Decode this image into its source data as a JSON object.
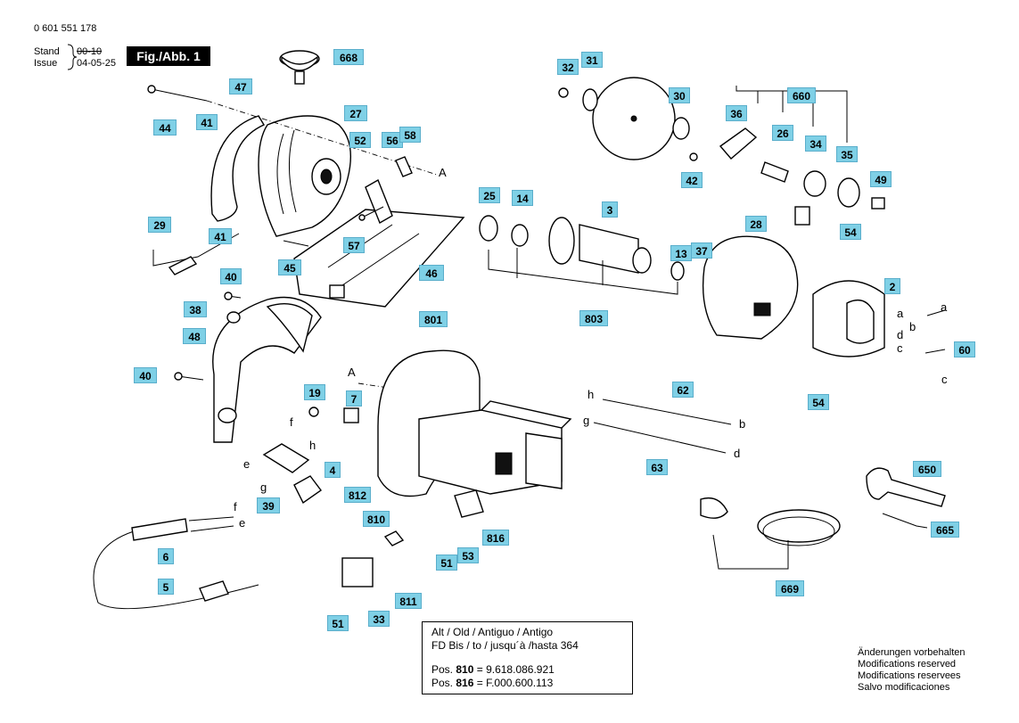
{
  "header": {
    "doc_number": "0 601 551 178",
    "stand_label": "Stand",
    "stand_value": "00-10",
    "issue_label": "Issue",
    "issue_value": "04-05-25",
    "figure_label": "Fig./Abb. 1"
  },
  "part_numbers": [
    "668",
    "47",
    "44",
    "41",
    "27",
    "52",
    "56",
    "58",
    "29",
    "41",
    "57",
    "45",
    "46",
    "40",
    "38",
    "48",
    "40",
    "19",
    "7",
    "4",
    "39",
    "6",
    "5",
    "812",
    "810",
    "51",
    "53",
    "816",
    "811",
    "33",
    "51",
    "801",
    "32",
    "31",
    "30",
    "660",
    "36",
    "26",
    "34",
    "35",
    "42",
    "49",
    "25",
    "14",
    "3",
    "28",
    "13",
    "37",
    "54",
    "2",
    "60",
    "54",
    "803",
    "62",
    "63",
    "650",
    "665",
    "669"
  ],
  "wire_letters": [
    "A",
    "A",
    "a",
    "b",
    "d",
    "c",
    "a",
    "c",
    "h",
    "b",
    "g",
    "d",
    "f",
    "h",
    "e",
    "g",
    "f",
    "e"
  ],
  "note_box": {
    "line1": "Alt / Old / Antiguo / Antigo",
    "line2": "FD Bis / to / jusqu´à /hasta  364",
    "pos_label": "Pos.",
    "pos1_number": "810",
    "pos1_value": "= 9.618.086.921",
    "pos2_number": "816",
    "pos2_value": "= F.000.600.113"
  },
  "rights_notice": [
    "Änderungen vorbehalten",
    "Modifications reserved",
    "Modifications reservees",
    "Salvo modificaciones"
  ]
}
